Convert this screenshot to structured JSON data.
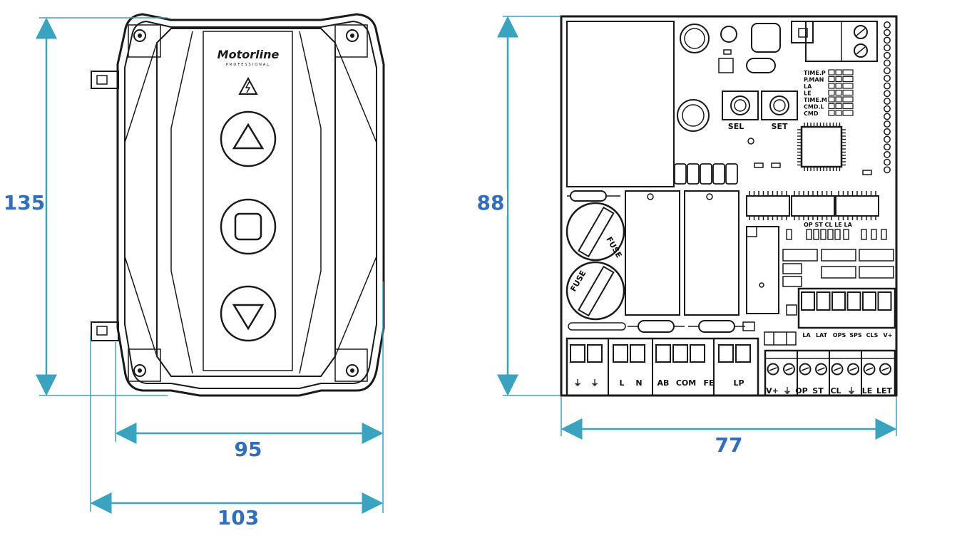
{
  "dimensions": {
    "enclosure_height": "135",
    "enclosure_inner_width": "95",
    "enclosure_outer_width": "103",
    "board_height": "88",
    "board_width": "77"
  },
  "enclosure": {
    "brand": "Motorline",
    "brand_sub": "PROFESSIONAL"
  },
  "board": {
    "buttons": [
      "SEL",
      "SET"
    ],
    "menu_labels": [
      "TIME.P",
      "P.MAN",
      "LA",
      "LE",
      "TIME.M",
      "CMD.L",
      "CMD"
    ],
    "status_labels": "OP ST CL LE LA",
    "fuse_label": "FUSE",
    "top_terminal_labels": [
      "LA",
      "LAT",
      "OPS",
      "SPS",
      "CLS",
      "V+"
    ],
    "bottom_left_terminals": [
      "⏚",
      "⏚",
      "L",
      "N",
      "AB",
      "COM",
      "FE",
      "LP"
    ],
    "bottom_right_terminals": [
      "V+",
      "⏚",
      "OP",
      "ST",
      "CL",
      "⏚",
      "LE",
      "LET"
    ]
  },
  "colors": {
    "dimension_line": "#3aa3bf",
    "dimension_text": "#2f6ec1",
    "drawing": "#1a1a1a"
  }
}
